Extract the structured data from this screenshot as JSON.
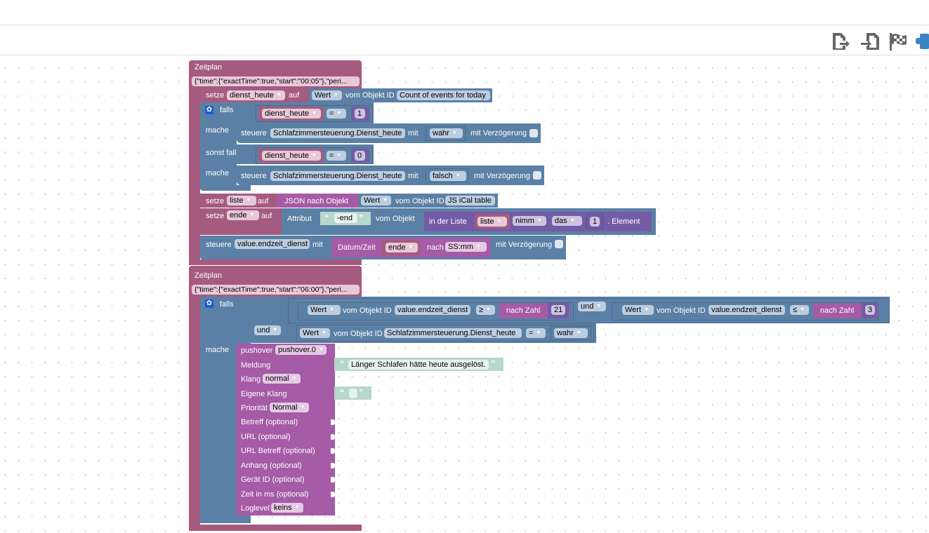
{
  "toolbar": {
    "icons": [
      "export-icon",
      "import-icon",
      "checkered-flag-icon",
      "puzzle-block-icon"
    ]
  },
  "colors": {
    "event": "#a55b80",
    "logic": "#5b80a5",
    "text_string": "#b6d7cb",
    "list": "#745ba5",
    "function": "#a55ba5"
  },
  "schedule1": {
    "title": "Zeitplan",
    "config": "{\"time\":{\"exactTime\":true,\"start\":\"00:05\"},\"peri...",
    "set1": {
      "setze": "setze",
      "var": "dienst_heute",
      "auf": "auf",
      "wert": "Wert",
      "vom": "vom Objekt ID",
      "oid": "Count of events for today"
    },
    "if": {
      "falls": "falls",
      "cond1": {
        "var": "dienst_heute",
        "op": "=",
        "value": "1"
      },
      "mache1": "mache",
      "ctrl1": {
        "steuere": "steuere",
        "oid": "Schlafzimmersteuerung.Dienst_heute",
        "mit": "mit",
        "value": "wahr",
        "delay": "mit Verzögerung"
      },
      "sonst": "sonst falls",
      "cond2": {
        "var": "dienst_heute",
        "op": "=",
        "value": "0"
      },
      "mache2": "mache",
      "ctrl2": {
        "steuere": "steuere",
        "oid": "Schlafzimmersteuerung.Dienst_heute",
        "mit": "mit",
        "value": "falsch",
        "delay": "mit Verzögerung"
      }
    },
    "set2": {
      "setze": "setze",
      "var": "liste",
      "auf": "auf",
      "json": "JSON nach Objekt",
      "wert": "Wert",
      "vom": "vom Objekt ID",
      "oid": "JS iCal table"
    },
    "set3": {
      "setze": "setze",
      "var": "ende",
      "auf": "auf",
      "attr": "Attribut",
      "attr_value": "-end",
      "vom": "vom Objekt",
      "inlist": "in der Liste",
      "list": "liste",
      "nimm": "nimm",
      "das": "das",
      "index": "1",
      "element": ". Element"
    },
    "ctrl3": {
      "steuere": "steuere",
      "oid": "value.endzeit_dienst",
      "mit": "mit",
      "datetime": "Datum/Zeit",
      "var": "ende",
      "nach": "nach",
      "format": "SS:mm",
      "delay": "mit Verzögerung"
    }
  },
  "schedule2": {
    "title": "Zeitplan",
    "config": "{\"time\":{\"exactTime\":true,\"start\":\"06:00\"},\"peri...",
    "if": {
      "falls": "falls",
      "c1": {
        "wert": "Wert",
        "vom": "vom Objekt ID",
        "oid": "value.endzeit_dienst",
        "op": "≥",
        "tonum": "nach Zahl",
        "value": "21"
      },
      "und1": "und",
      "c2": {
        "wert": "Wert",
        "vom": "vom Objekt ID",
        "oid": "value.endzeit_dienst",
        "op": "≤",
        "tonum": "nach Zahl",
        "value": "3"
      },
      "und2": "und",
      "c3": {
        "wert": "Wert",
        "vom": "vom Objekt ID",
        "oid": "Schlafzimmersteuerung.Dienst_heute",
        "op": "=",
        "value": "wahr"
      },
      "mache": "mache"
    },
    "pushover": {
      "label": "pushover",
      "instance": "pushover.0",
      "meldung": "Meldung",
      "message": "Länger Schlafen hätte heute ausgelöst.",
      "klang": "Klang",
      "klang_value": "normal",
      "eigene_klang": "Eigene Klang",
      "eigene_value": "",
      "prio": "Priorität",
      "prio_value": "Normal",
      "betreff": "Betreff (optional)",
      "url": "URL (optional)",
      "url_betreff": "URL Betreff (optional)",
      "anhang": "Anhang (optional)",
      "geraet": "Gerät ID (optional)",
      "zeit": "Zeit in ms (optional)",
      "loglevel": "Loglevel",
      "loglevel_value": "keins"
    }
  }
}
